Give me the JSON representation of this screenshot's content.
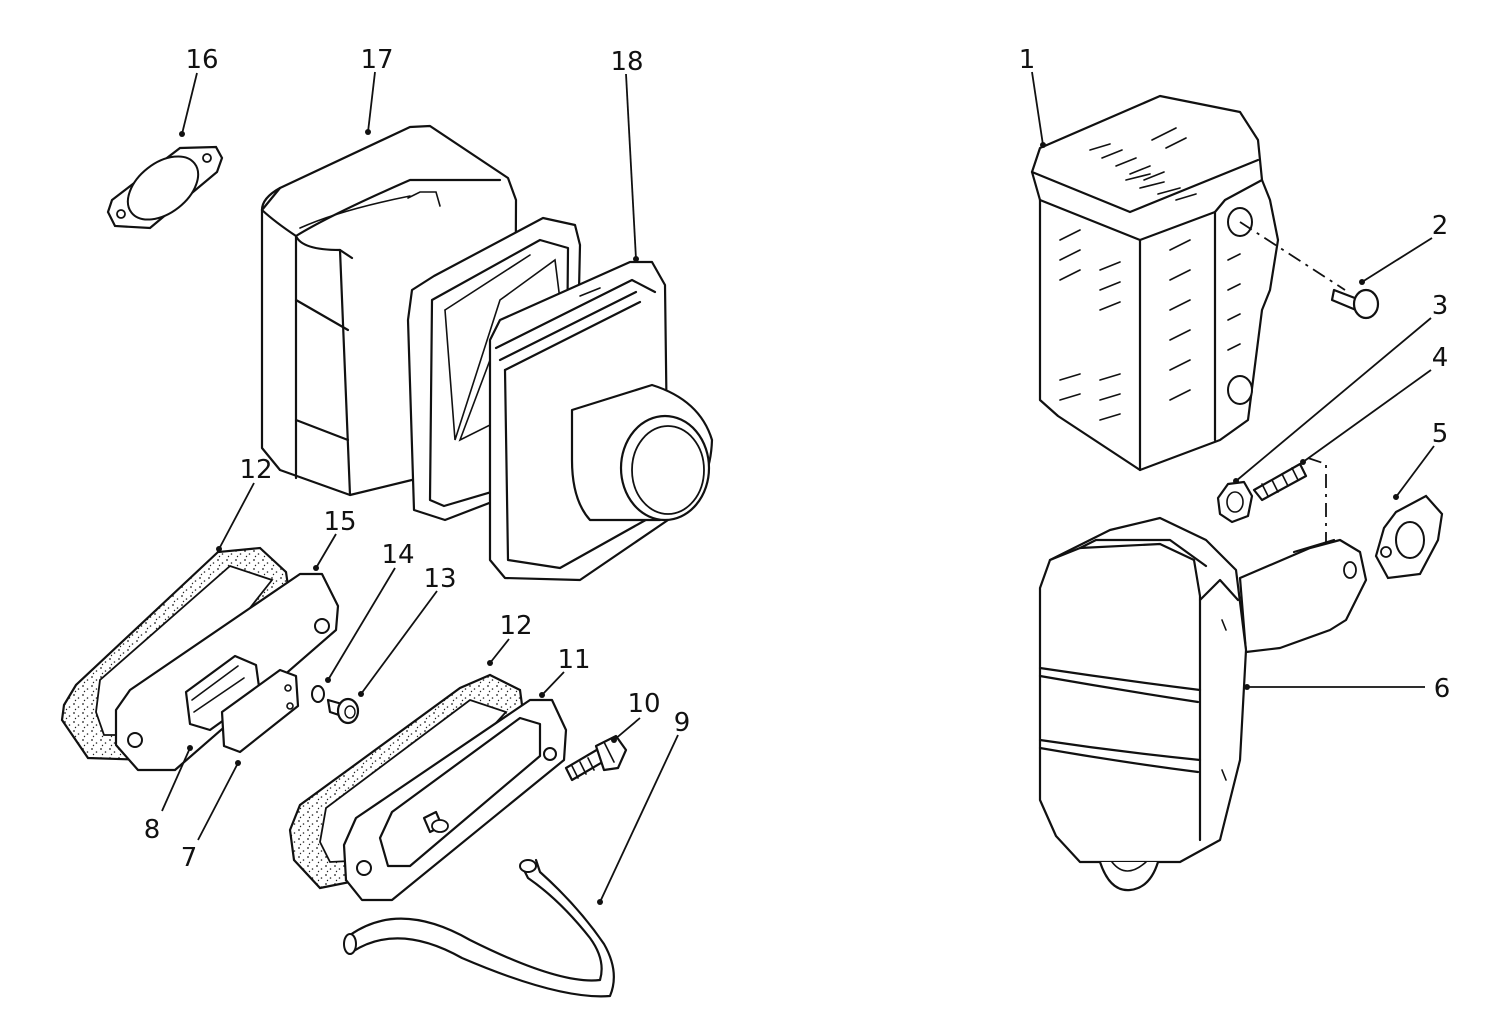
{
  "diagram": {
    "callouts": [
      {
        "id": "16",
        "label": "16"
      },
      {
        "id": "17",
        "label": "17"
      },
      {
        "id": "18",
        "label": "18"
      },
      {
        "id": "12a",
        "label": "12"
      },
      {
        "id": "15",
        "label": "15"
      },
      {
        "id": "14",
        "label": "14"
      },
      {
        "id": "13",
        "label": "13"
      },
      {
        "id": "12b",
        "label": "12"
      },
      {
        "id": "11",
        "label": "11"
      },
      {
        "id": "10",
        "label": "10"
      },
      {
        "id": "9",
        "label": "9"
      },
      {
        "id": "8",
        "label": "8"
      },
      {
        "id": "7",
        "label": "7"
      },
      {
        "id": "1",
        "label": "1"
      },
      {
        "id": "2",
        "label": "2"
      },
      {
        "id": "3",
        "label": "3"
      },
      {
        "id": "4",
        "label": "4"
      },
      {
        "id": "5",
        "label": "5"
      },
      {
        "id": "6",
        "label": "6"
      }
    ]
  }
}
